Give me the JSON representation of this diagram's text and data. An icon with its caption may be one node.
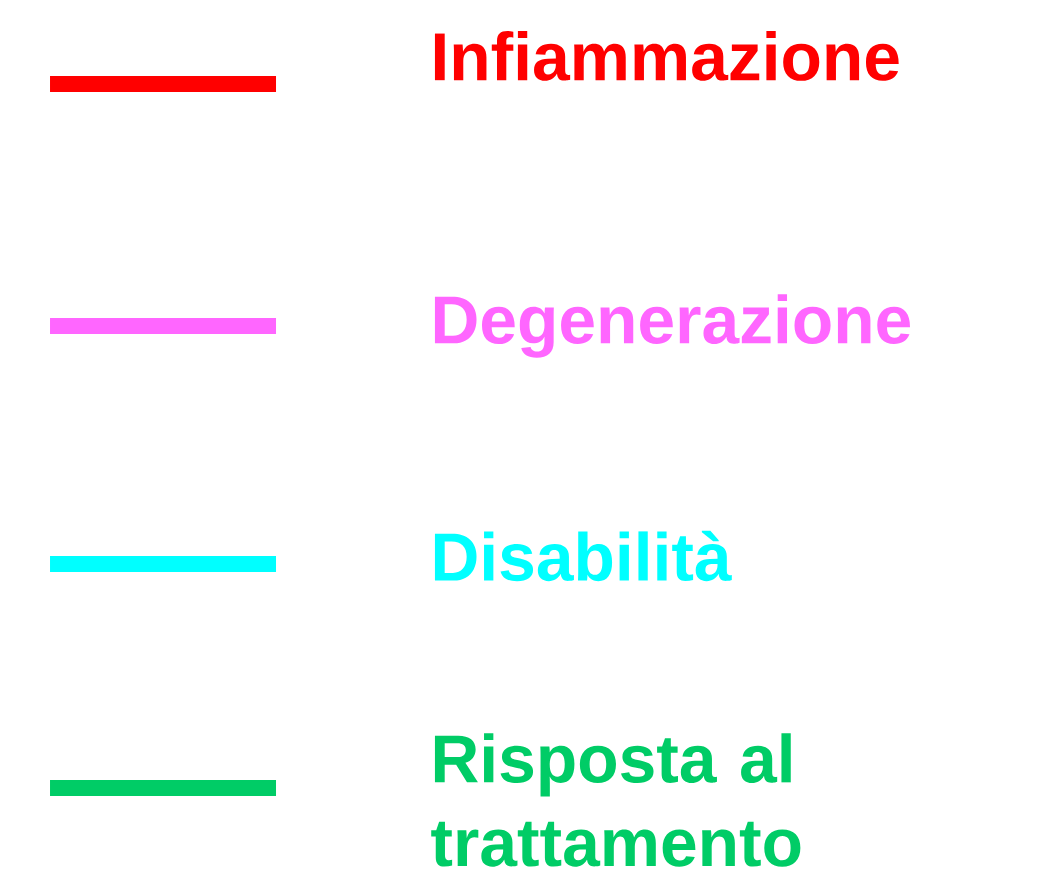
{
  "diagram": {
    "legend": [
      {
        "text": "Infiammazione",
        "color": "#ff0000"
      },
      {
        "text": "Degenerazione",
        "color": "#ff66ff"
      },
      {
        "text": "Disabilità",
        "color": "#00ffff"
      },
      {
        "text": "Risposta al trattamento",
        "color": "#00cc66"
      }
    ]
  }
}
